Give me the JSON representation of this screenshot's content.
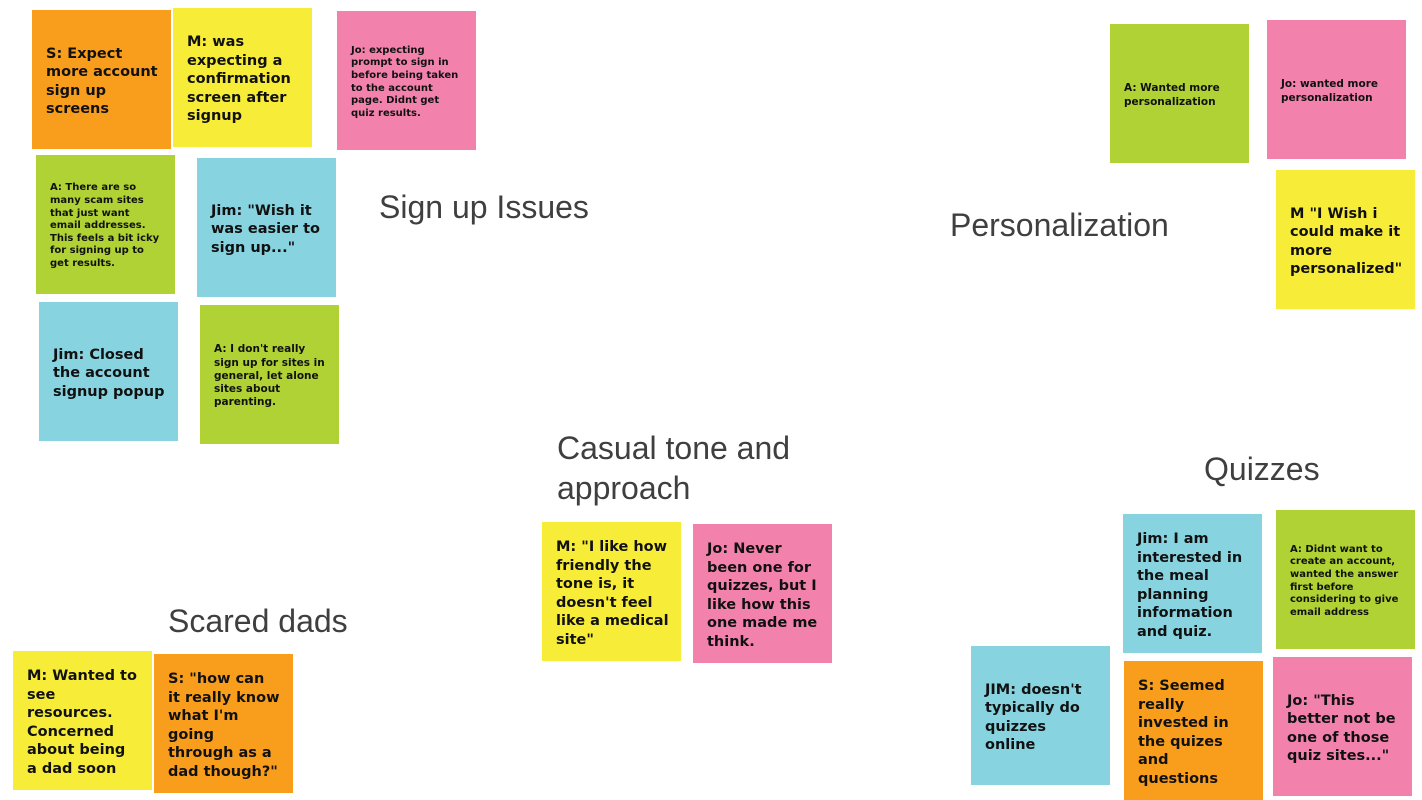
{
  "headings": {
    "sign_up_issues": "Sign up Issues",
    "personalization": "Personalization",
    "casual_tone_line1": "Casual tone and",
    "casual_tone_line2": "approach",
    "quizzes": "Quizzes",
    "scared_dads": "Scared dads"
  },
  "colors": {
    "orange": "#f89e1c",
    "yellow": "#f7ec38",
    "pink": "#f282ac",
    "green": "#b0d234",
    "blue": "#87d3e0",
    "heading_text": "#3f3f3f"
  },
  "notes": {
    "s_expect_signup": "S: Expect more account sign up screens",
    "m_confirmation": "M: was expecting a confirmation screen after signup",
    "jo_prompt_signin": "Jo: expecting prompt to sign in before being taken to the account page. Didnt get quiz results.",
    "a_scam_sites": "A: There are so many scam sites that just want email addresses. This feels a bit icky for signing up to get results.",
    "jim_easier_signup": "Jim: \"Wish it was easier to sign up...\"",
    "jim_closed_popup": "Jim: Closed the account signup popup",
    "a_dont_sign_up": "A: I don't really sign up for sites in general, let alone sites about parenting.",
    "a_personalization": "A: Wanted more personalization",
    "jo_personalization": "Jo: wanted more personalization",
    "m_wish_personalized": "M \"I Wish i could make it more personalized\"",
    "m_friendly_tone": "M: \"I like how friendly the tone is, it doesn't feel like a medical site\"",
    "jo_never_quizzes": "Jo: Never been one for quizzes, but I like how this one made me think.",
    "jim_meal_planning": "Jim: I am interested in the meal planning information and quiz.",
    "a_didnt_want_account": "A: Didnt want to create an account, wanted the answer first before considering to give email address",
    "jim_doesnt_do_quizzes": "JIM: doesn't typically do quizzes online",
    "s_invested_quizes": "S: Seemed really invested in the quizes and questions",
    "jo_not_quiz_site": "Jo: \"This better not be one of those quiz sites...\"",
    "m_wanted_resources": "M: Wanted to see resources. Concerned about being a dad soon",
    "s_how_can_it_know": "S: \"how can it really know what I'm going through as a dad though?\""
  }
}
